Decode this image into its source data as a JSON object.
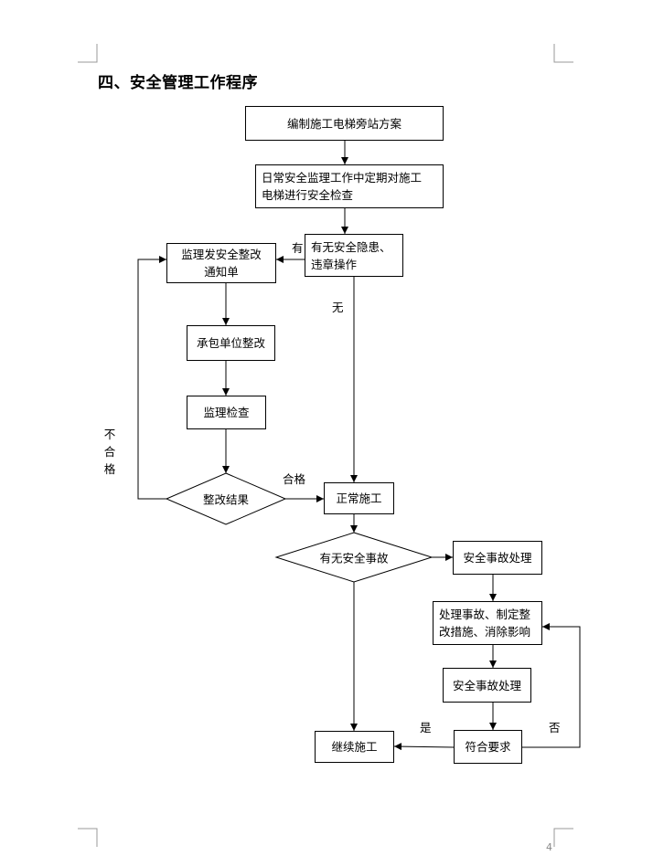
{
  "heading": "四、安全管理工作程序",
  "steps": {
    "plan": "编制施工电梯旁站方案",
    "inspect": "日常安全监理工作中定期对施工\n电梯进行安全检查",
    "hazard_check": "有无安全隐患、\n违章操作",
    "notice": "监理发安全整改\n通知单",
    "rectify": "承包单位整改",
    "supervise_check": "监理检查",
    "result": "整改结果",
    "normal": "正常施工",
    "accident_check": "有无安全事故",
    "accident_handling_1": "安全事故处理",
    "measures": "处理事故、制定整\n改措施、消除影响",
    "accident_handling_2": "安全事故处理",
    "compliant": "符合要求",
    "continue": "继续施工"
  },
  "edge_labels": {
    "has": "有",
    "none": "无",
    "qualified": "合格",
    "unqualified": "不合格",
    "yes": "是",
    "no": "否"
  },
  "page_number": "4"
}
